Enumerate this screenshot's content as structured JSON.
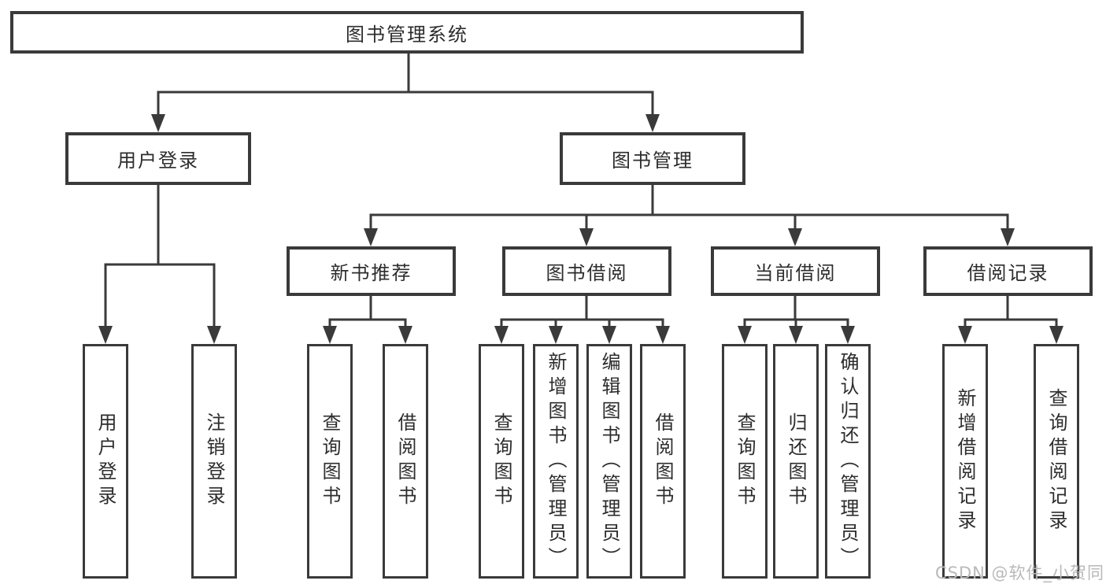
{
  "tree": {
    "root": "图书管理系统",
    "level2": [
      "用户登录",
      "图书管理"
    ],
    "level3": [
      "新书推荐",
      "图书借阅",
      "当前借阅",
      "借阅记录"
    ],
    "leaves": {
      "user_login": [
        "用户登录",
        "注销登录"
      ],
      "new_book": [
        "查询图书",
        "借阅图书"
      ],
      "book_borrow": [
        "查询图书",
        "新增图书（管理员）",
        "编辑图书（管理员）",
        "借阅图书"
      ],
      "current_borrow": [
        "查询图书",
        "归还图书",
        "确认归还（管理员）"
      ],
      "borrow_records": [
        "新增借阅记录",
        "查询借阅记录"
      ]
    }
  },
  "watermark": "CSDN @软件_小贺同学",
  "colors": {
    "line": "#3a3a3a",
    "text": "#2d2d2d",
    "watermark": "#b9b9b9",
    "background": "#ffffff"
  }
}
